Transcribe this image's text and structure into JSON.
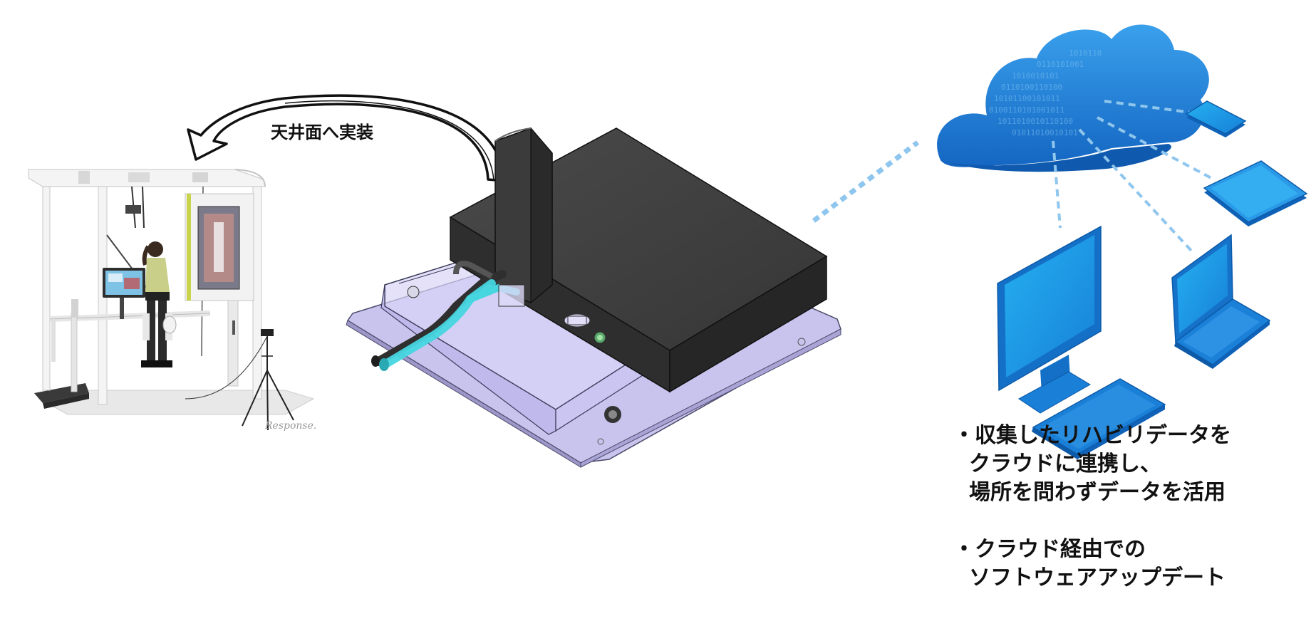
{
  "arrow_label": "天井面へ実装",
  "watermark_text": "Response.",
  "bullets": [
    {
      "lines": [
        "・収集したリハビリデータを",
        "クラウドに連携し、",
        "場所を問わずデータを活用"
      ]
    },
    {
      "lines": [
        "・クラウド経由での",
        "ソフトウェアアップデート"
      ]
    }
  ],
  "colors": {
    "cloud_blue": "#1f7fd6",
    "device_blue": "#1a8ae0",
    "dash_blue": "#8fc6ee",
    "box_dark": "#3a3a3a",
    "housing_lavender": "#c7c3ef",
    "cable_cyan": "#46d6e0",
    "frame_white": "#f4f4f4",
    "screen_lime": "#c9d34b",
    "label_black": "#111111"
  },
  "icons": [
    "rehab-gait-trainer-photo",
    "curved-arrow-icon",
    "hardware-module-3d",
    "cloud-binary-icon",
    "phone-icon",
    "tablet-icon",
    "laptop-icon",
    "desktop-computer-icon"
  ]
}
